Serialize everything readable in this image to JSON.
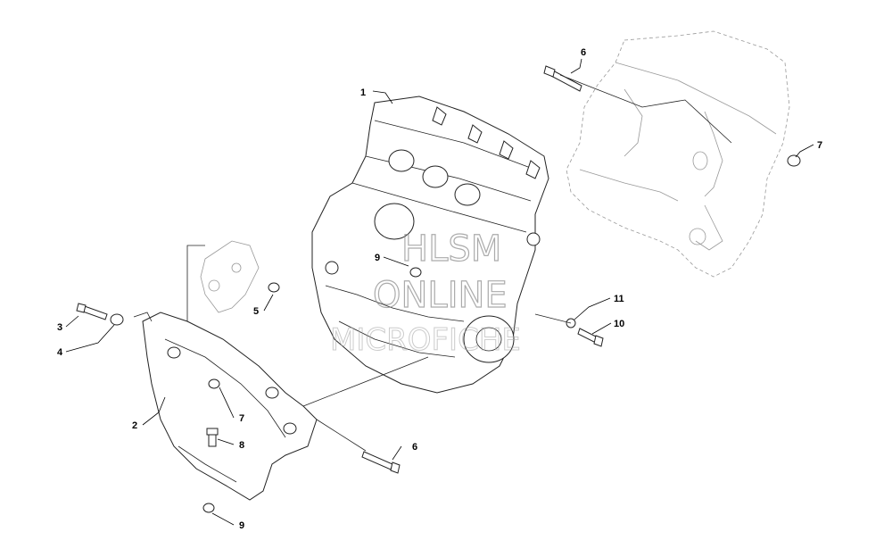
{
  "callouts": [
    {
      "id": "c1",
      "label": "1"
    },
    {
      "id": "c2",
      "label": "2"
    },
    {
      "id": "c3",
      "label": "3"
    },
    {
      "id": "c4",
      "label": "4"
    },
    {
      "id": "c5",
      "label": "5"
    },
    {
      "id": "c6a",
      "label": "6"
    },
    {
      "id": "c6b",
      "label": "6"
    },
    {
      "id": "c7a",
      "label": "7"
    },
    {
      "id": "c7b",
      "label": "7"
    },
    {
      "id": "c8",
      "label": "8"
    },
    {
      "id": "c9a",
      "label": "9"
    },
    {
      "id": "c9b",
      "label": "9"
    },
    {
      "id": "c10",
      "label": "10"
    },
    {
      "id": "c11",
      "label": "11"
    }
  ],
  "watermark": {
    "line1": "HLSM",
    "line2": "ONLINE",
    "line3": "MICROFICHE"
  },
  "colors": {
    "lines": "#000000",
    "watermark": "#888888",
    "background": "#ffffff"
  }
}
